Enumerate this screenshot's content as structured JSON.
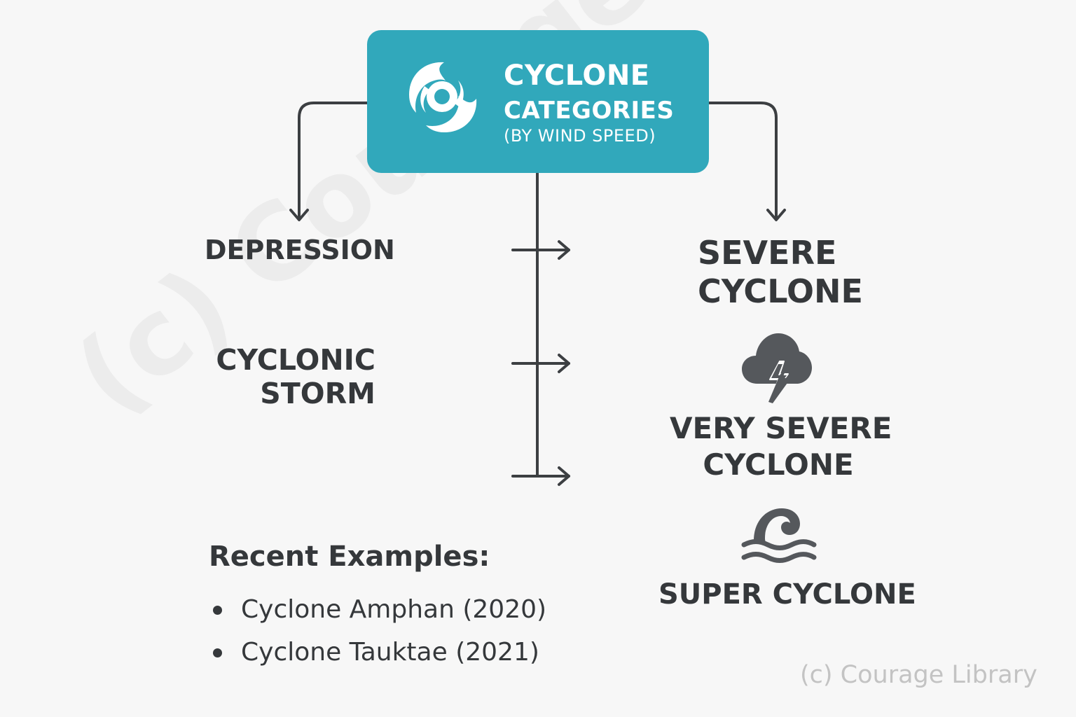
{
  "header": {
    "title_line1": "CYCLONE",
    "title_line2": "CATEGORIES",
    "subtitle": "(BY WIND SPEED)",
    "icon": "cyclone-swirl-icon",
    "background_color": "#31a8bb"
  },
  "categories": {
    "depression": "DEPRESSION",
    "cyclonic_storm_line1": "CYCLONIC",
    "cyclonic_storm_line2": "STORM",
    "severe_line1": "SEVERE",
    "severe_line2": "CYCLONE",
    "very_severe_line1": "VERY SEVERE",
    "very_severe_line2": "CYCLONE",
    "super": "SUPER CYCLONE"
  },
  "icons": {
    "storm": "storm-cloud-lightning-icon",
    "wave": "ocean-wave-icon"
  },
  "examples": {
    "heading": "Recent Examples:",
    "items": [
      "Cyclone Amphan (2020)",
      "Cyclone Tauktae (2021)"
    ]
  },
  "watermark": {
    "diagonal": "(c) Courage Library",
    "corner": "(c) Courage Library"
  },
  "colors": {
    "accent": "#31a8bb",
    "text": "#35383b",
    "icon": "#55585c",
    "background": "#f7f7f7"
  }
}
